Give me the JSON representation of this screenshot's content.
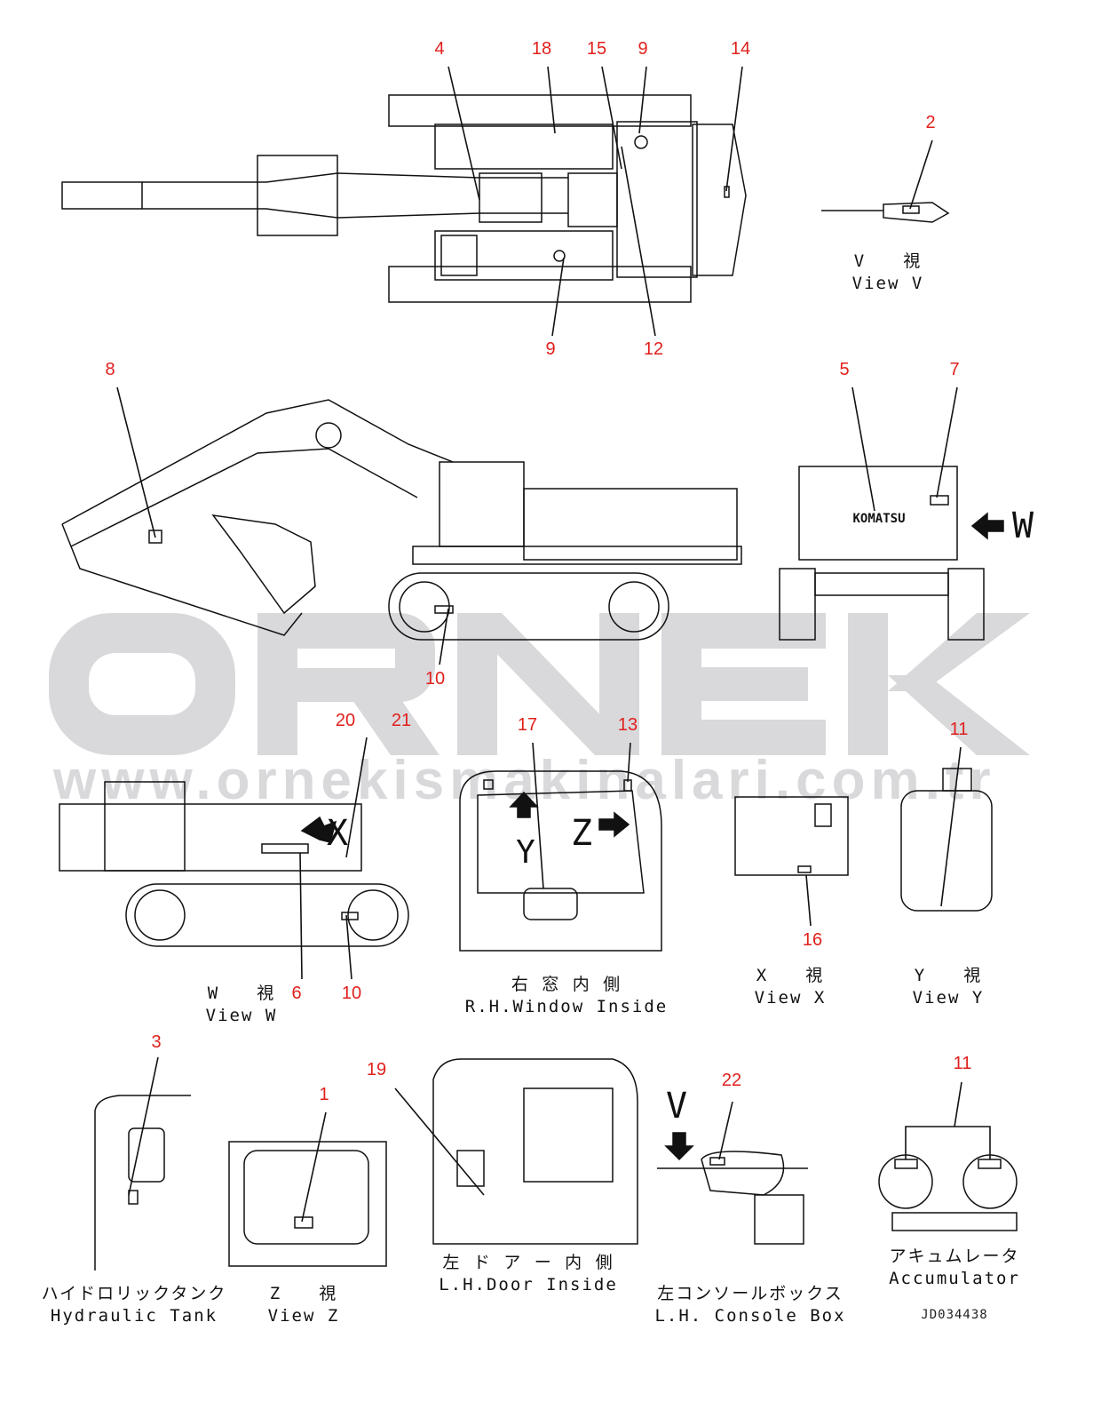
{
  "watermark": {
    "logo": "ORNEK",
    "url": "www.ornekismakinalari.com.tr"
  },
  "callouts": [
    "4",
    "18",
    "15",
    "9",
    "14",
    "2",
    "9",
    "12",
    "8",
    "5",
    "7",
    "10",
    "20",
    "21",
    "17",
    "13",
    "11",
    "6",
    "10",
    "16",
    "3",
    "1",
    "19",
    "22",
    "11"
  ],
  "views": {
    "v": {
      "jp": "V　　視",
      "en": "View V"
    },
    "w": {
      "jp": "W　　視",
      "en": "View W"
    },
    "rh_window": {
      "jp": "右 窓 内 側",
      "en": "R.H.Window Inside"
    },
    "x": {
      "jp": "X　　視",
      "en": "View X"
    },
    "y": {
      "jp": "Y　　視",
      "en": "View Y"
    },
    "hyd_tank": {
      "jp": "ハイドロリックタンク",
      "en": "Hydraulic Tank"
    },
    "z": {
      "jp": "Z　　視",
      "en": "View Z"
    },
    "lh_door": {
      "jp": "左 ド ア ー 内 側",
      "en": "L.H.Door Inside"
    },
    "lh_console": {
      "jp": "左コンソールボックス",
      "en": "L.H. Console Box"
    },
    "accumulator": {
      "jp": "アキュムレータ",
      "en": "Accumulator"
    }
  },
  "arrow_labels": {
    "w": "W",
    "x": "X",
    "y": "Y",
    "z": "Z",
    "v": "V"
  },
  "nameplate": "KOMATSU",
  "drawing_code": "JD034438",
  "colors": {
    "callout": "#e0201c",
    "watermark": "#d9d9dc",
    "line": "#111111"
  }
}
